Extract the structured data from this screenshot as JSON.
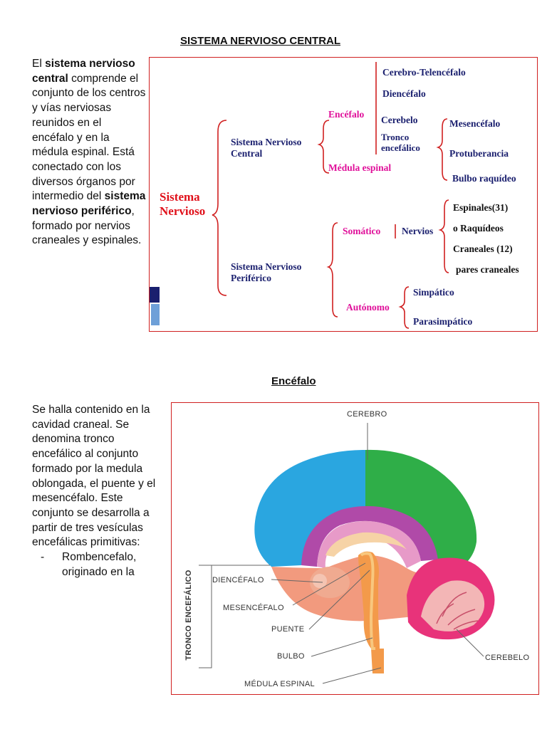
{
  "section1": {
    "title": "SISTEMA NERVIOSO CENTRAL",
    "intro": {
      "p1": "El ",
      "b1": "sistema nervioso central",
      "p2": " comprende el conjunto de los centros y vías nerviosas reunidos en el encéfalo y en la médula espinal. Está conectado con los diversos órganos por intermedio del ",
      "b2": "sistema nervioso periférico",
      "p3": ", formado por nervios craneales y espinales."
    },
    "diagram": {
      "root": "Sistema Nervioso",
      "snc": "Sistema Nervioso Central",
      "snp": "Sistema Nervioso Periférico",
      "encefalo": "Encéfalo",
      "medula": "Médula espinal",
      "cerebro_tel": "Cerebro-Telencéfalo",
      "diencefalo": "Diencéfalo",
      "cerebelo": "Cerebelo",
      "tronco": "Tronco encefálico",
      "mesencefalo": "Mesencéfalo",
      "protuberancia": "Protuberancia",
      "bulbo": "Bulbo raquídeo",
      "somatico": "Somático",
      "nervios": "Nervios",
      "espinales": "Espinales(31)",
      "raquideos": "o Raquídeos",
      "craneales": "Craneales (12)",
      "pares": "pares craneales",
      "autonomo": "Autónomo",
      "simpatico": "Simpático",
      "parasimpatico": "Parasimpático"
    }
  },
  "section2": {
    "title": "Encéfalo",
    "text": "Se halla contenido en la cavidad craneal. Se denomina tronco encefálico al conjunto formado por la medula oblongada, el puente y el mesencéfalo. Este conjunto se desarrolla a partir de tres vesículas encefálicas primitivas:",
    "bullets": [
      {
        "dash": "-",
        "text": "Rombencefalo, originado en la"
      }
    ],
    "brain_labels": {
      "cerebro": "CEREBRO",
      "diencefalo": "DIENCÉFALO",
      "mesencefalo": "MESENCÉFALO",
      "puente": "PUENTE",
      "bulbo": "BULBO",
      "medula": "MÉDULA ESPINAL",
      "cerebelo": "CEREBELO",
      "tronco": "TRONCO ENCEFÁLICO"
    }
  },
  "colors": {
    "navy": "#1a1f6e",
    "magenta": "#e0109a",
    "red": "#e0101a",
    "brain_blue": "#2aa6e0",
    "brain_green": "#2fae48",
    "brain_pink": "#e8337a"
  }
}
